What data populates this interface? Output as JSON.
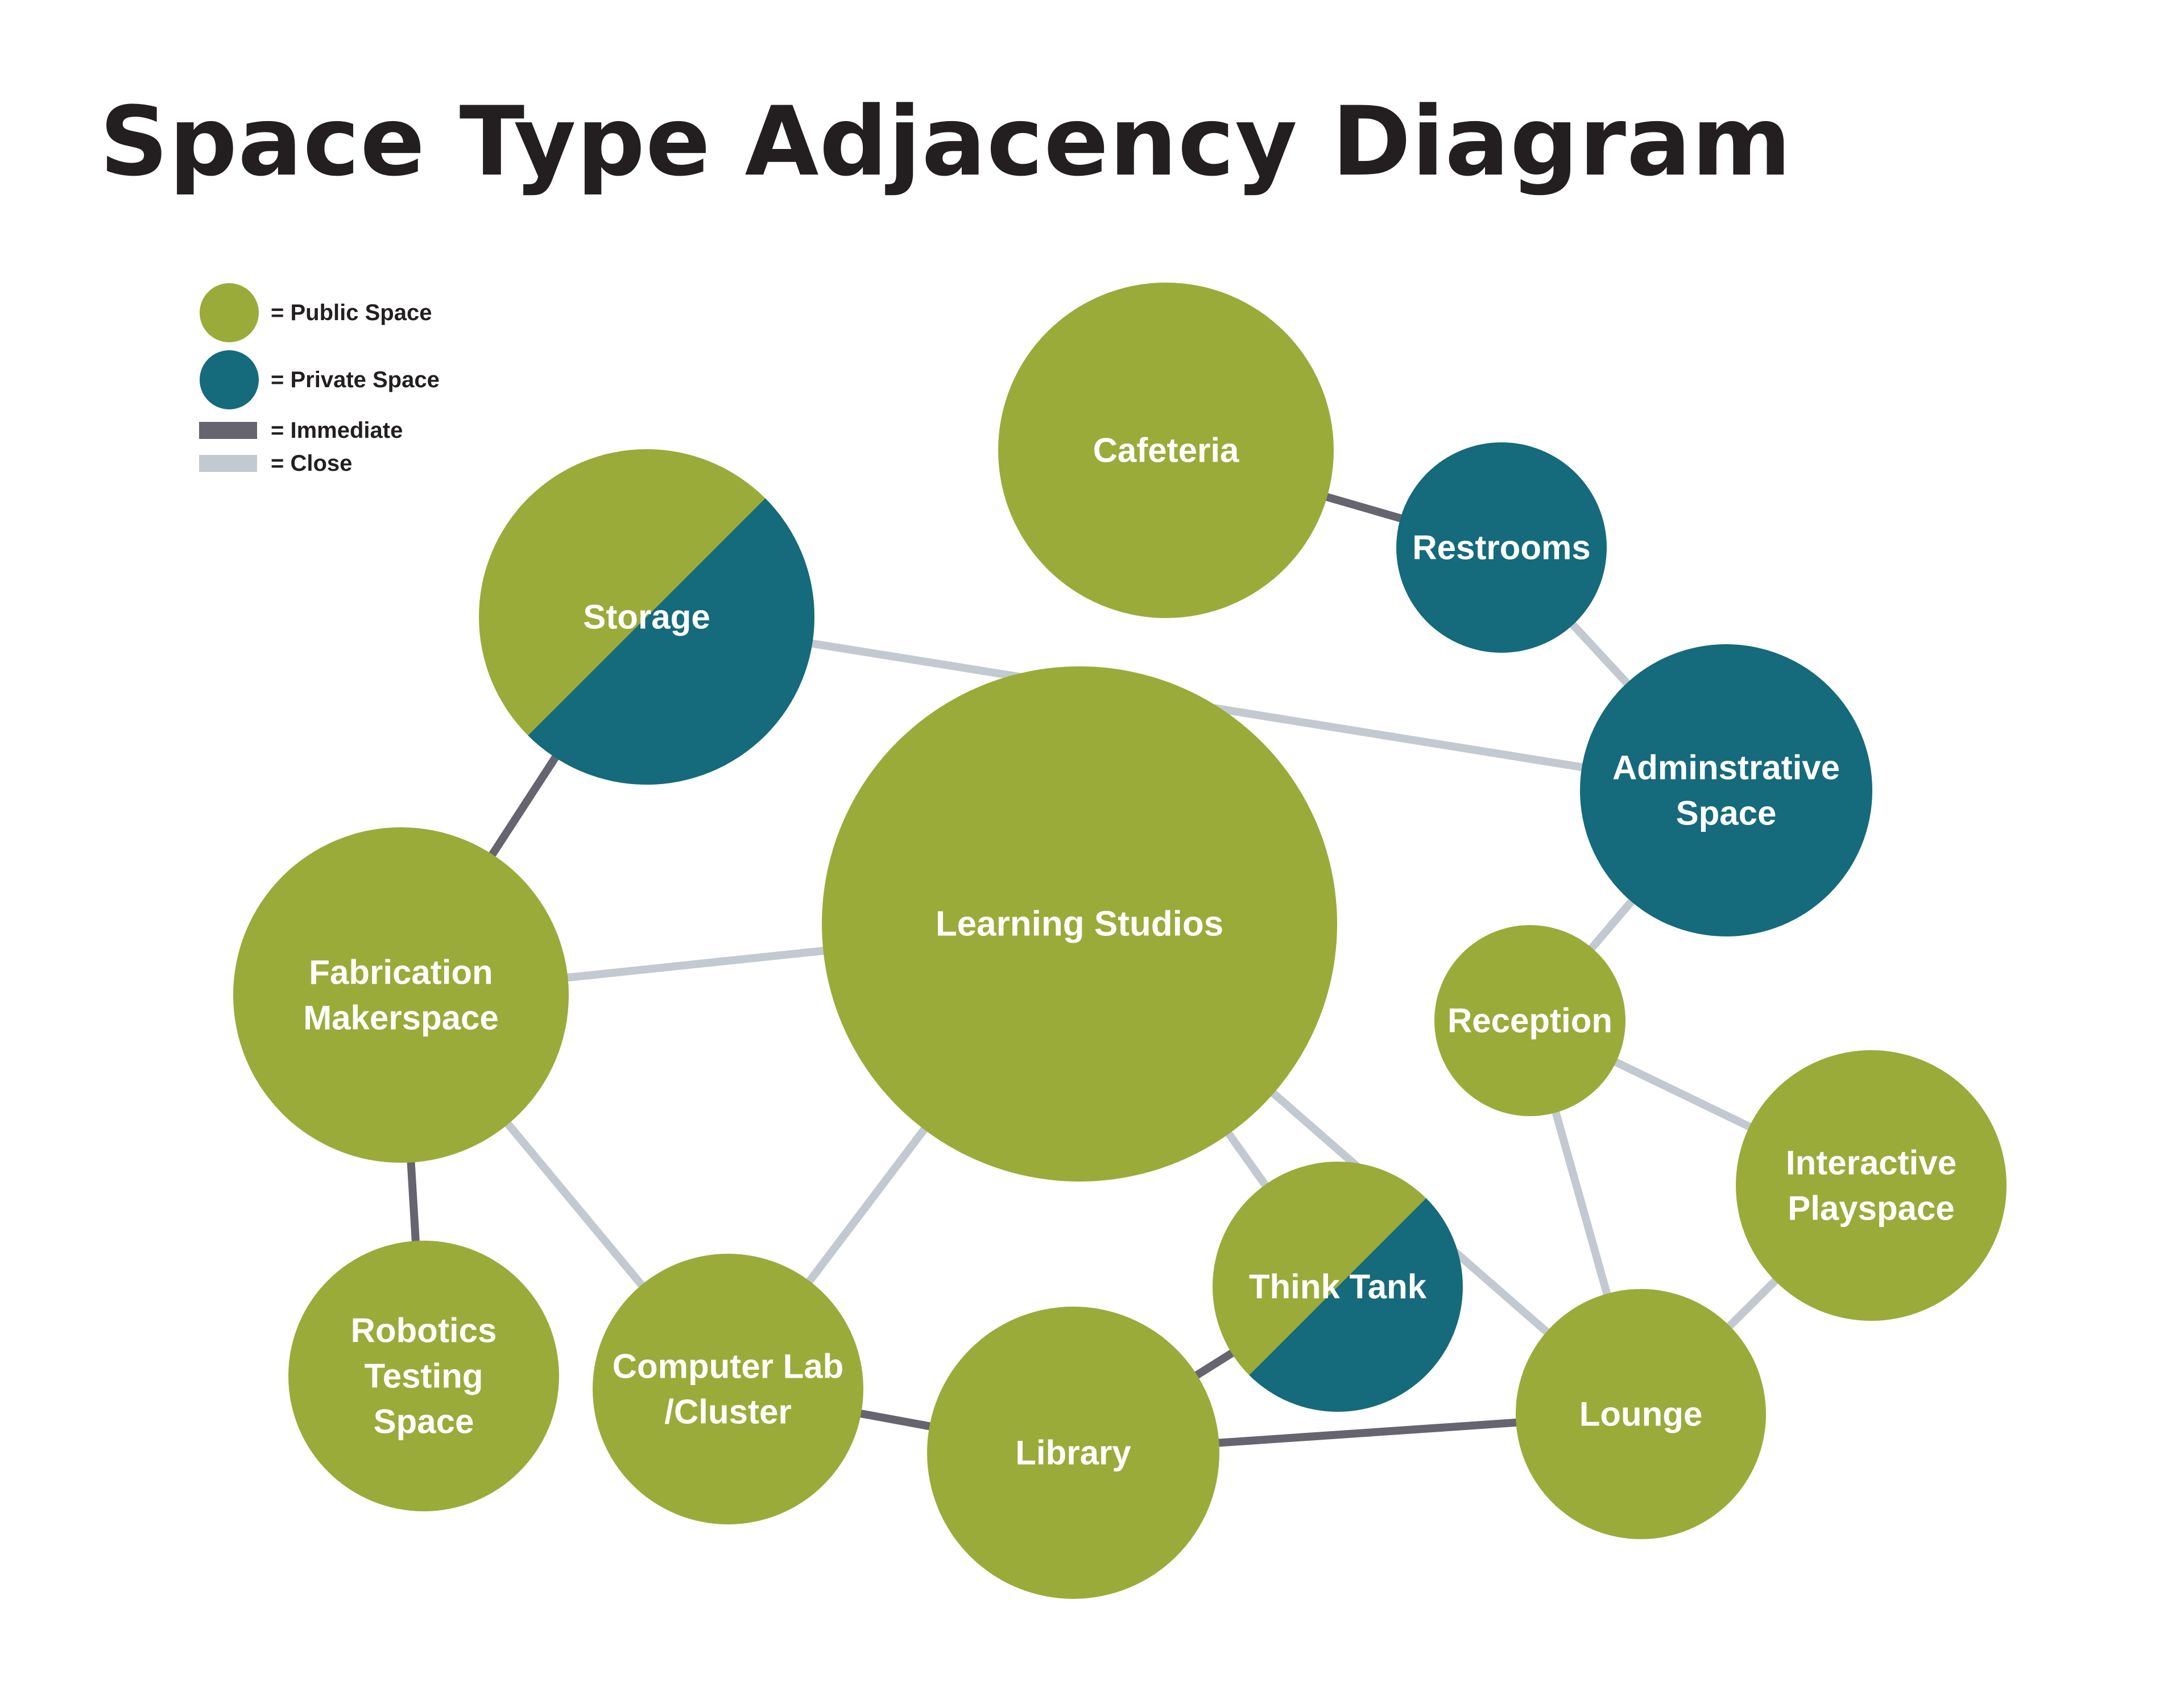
{
  "title": "Space Type Adjacency Diagram",
  "colors": {
    "public": "#9aab3a",
    "private": "#156a7c",
    "immediate": "#66646e",
    "close": "#c3c9d0",
    "text": "#231f20"
  },
  "legend": [
    {
      "kind": "public",
      "label": "= Public Space"
    },
    {
      "kind": "private",
      "label": "= Private Space"
    },
    {
      "kind": "immediate",
      "label": "= Immediate"
    },
    {
      "kind": "close",
      "label": "= Close"
    }
  ],
  "nodes": [
    {
      "id": "storage",
      "label": [
        "Storage"
      ],
      "type": "mixed"
    },
    {
      "id": "cafeteria",
      "label": [
        "Cafeteria"
      ],
      "type": "public"
    },
    {
      "id": "restrooms",
      "label": [
        "Restrooms"
      ],
      "type": "private"
    },
    {
      "id": "admin",
      "label": [
        "Adminstrative",
        "Space"
      ],
      "type": "private"
    },
    {
      "id": "learning",
      "label": [
        "Learning Studios"
      ],
      "type": "public"
    },
    {
      "id": "fabrication",
      "label": [
        "Fabrication",
        "Makerspace"
      ],
      "type": "public"
    },
    {
      "id": "reception",
      "label": [
        "Reception"
      ],
      "type": "public"
    },
    {
      "id": "interactive",
      "label": [
        "Interactive",
        "Playspace"
      ],
      "type": "public"
    },
    {
      "id": "thinktank",
      "label": [
        "Think Tank"
      ],
      "type": "mixed"
    },
    {
      "id": "robotics",
      "label": [
        "Robotics",
        "Testing",
        "Space"
      ],
      "type": "public"
    },
    {
      "id": "computer",
      "label": [
        "Computer Lab",
        "/Cluster"
      ],
      "type": "public"
    },
    {
      "id": "library",
      "label": [
        "Library"
      ],
      "type": "public"
    },
    {
      "id": "lounge",
      "label": [
        "Lounge"
      ],
      "type": "public"
    }
  ],
  "edges": [
    {
      "from": "cafeteria",
      "to": "restrooms",
      "relation": "immediate"
    },
    {
      "from": "restrooms",
      "to": "admin",
      "relation": "close"
    },
    {
      "from": "storage",
      "to": "admin",
      "relation": "close"
    },
    {
      "from": "storage",
      "to": "fabrication",
      "relation": "immediate"
    },
    {
      "from": "fabrication",
      "to": "learning",
      "relation": "close"
    },
    {
      "from": "fabrication",
      "to": "robotics",
      "relation": "immediate"
    },
    {
      "from": "fabrication",
      "to": "computer",
      "relation": "close"
    },
    {
      "from": "learning",
      "to": "computer",
      "relation": "close"
    },
    {
      "from": "learning",
      "to": "thinktank",
      "relation": "close"
    },
    {
      "from": "learning",
      "to": "lounge",
      "relation": "close"
    },
    {
      "from": "admin",
      "to": "reception",
      "relation": "close"
    },
    {
      "from": "reception",
      "to": "interactive",
      "relation": "close"
    },
    {
      "from": "reception",
      "to": "lounge",
      "relation": "close"
    },
    {
      "from": "interactive",
      "to": "lounge",
      "relation": "close"
    },
    {
      "from": "computer",
      "to": "library",
      "relation": "immediate"
    },
    {
      "from": "library",
      "to": "thinktank",
      "relation": "immediate"
    },
    {
      "from": "library",
      "to": "lounge",
      "relation": "immediate"
    }
  ]
}
